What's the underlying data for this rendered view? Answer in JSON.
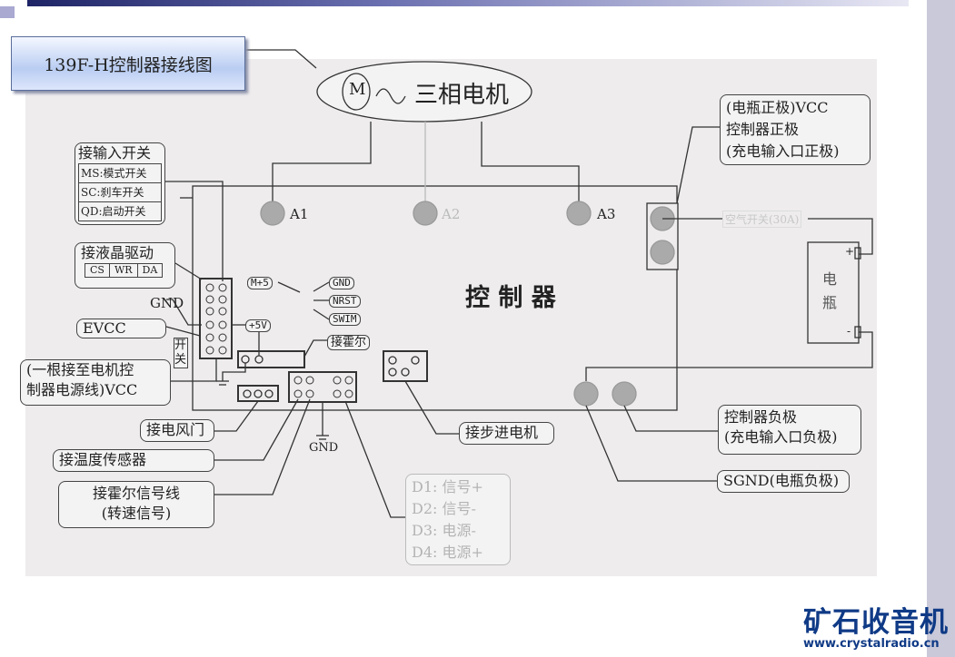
{
  "title": "139F-H控制器接线图",
  "motor": {
    "symbol": "M",
    "label": "三相电机"
  },
  "phases": [
    "A1",
    "A2",
    "A3"
  ],
  "controller": "控 制 器",
  "battery_box": [
    "(电瓶正极)VCC",
    "控制器正极",
    "(充电输入口正极)"
  ],
  "air_switch": "空气开关(30A)",
  "battery": {
    "label": "电 瓶",
    "plus": "+",
    "minus": "-"
  },
  "input_switch": {
    "title": "接输入开关",
    "items": [
      "MS:模式开关",
      "SC:刹车开关",
      "QD:启动开关"
    ]
  },
  "lcd": {
    "title": "接液晶驱动",
    "items": [
      "CS",
      "WR",
      "DA"
    ]
  },
  "gnd": "GND",
  "evcc": "EVCC",
  "switch": "开关",
  "vcc_box": [
    "(一根接至电机控",
    "制器电源线)VCC"
  ],
  "prog": {
    "m5": "M+5",
    "gnd": "GND",
    "nrst": "NRST",
    "swim": "SWIM"
  },
  "plus5v": "+5V",
  "hall": "接霍尔",
  "gnd_bottom": "GND",
  "fan": "接电风门",
  "temp": "接温度传感器",
  "hall_signal": [
    "接霍尔信号线",
    "(转速信号)"
  ],
  "dlist": [
    "D1: 信号+",
    "D2: 信号-",
    "D3: 电源-",
    "D4: 电源+"
  ],
  "stepper": "接步进电机",
  "neg_box": [
    "控制器负极",
    "(充电输入口负极)"
  ],
  "sgnd": "SGND(电瓶负极)",
  "logo": {
    "name": "矿石收音机",
    "url": "www.crystalradio.cn"
  }
}
